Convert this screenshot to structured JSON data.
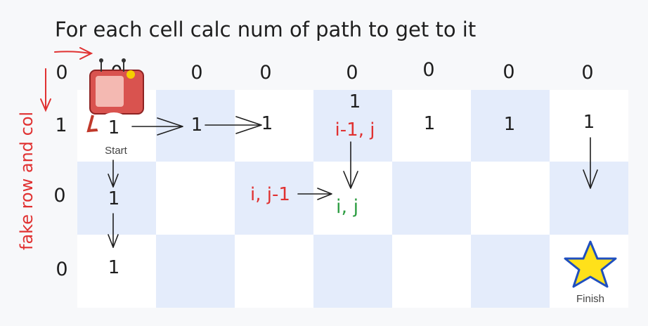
{
  "title": "For each cell calc num of path to get to it",
  "side_label": "fake row and col",
  "fake_row_values": [
    "0",
    "0",
    "0",
    "0",
    "0",
    "0",
    "0",
    "0"
  ],
  "row_values": [
    [
      "1",
      "1",
      "1",
      "",
      "1",
      "1",
      "1"
    ],
    [
      "1",
      "",
      "",
      "",
      "",
      "",
      ""
    ],
    [
      "1",
      "",
      "",
      "",
      "",
      "",
      ""
    ]
  ],
  "fake_col_values": [
    "1",
    "0",
    "0"
  ],
  "start_label": "Start",
  "finish_label": "Finish",
  "formula": {
    "top_value": "1",
    "top": "i-1, j",
    "left": "i, j-1",
    "current": "i, j"
  },
  "colors": {
    "grid_light": "#ffffff",
    "grid_blue": "#e4ecfb",
    "ink": "#1e1e1e",
    "red": "#e03131",
    "green": "#2f9e44",
    "star": "#ffe11a"
  }
}
